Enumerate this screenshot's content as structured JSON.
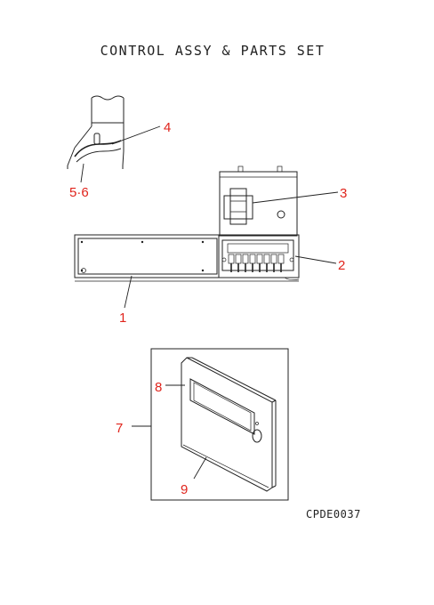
{
  "title": "CONTROL ASSY & PARTS SET",
  "reference_code": "CPDE0037",
  "callout_color": "#e0241c",
  "callouts": {
    "c1": "1",
    "c2": "2",
    "c3": "3",
    "c4": "4",
    "c56": "5·6",
    "c7": "7",
    "c8": "8",
    "c9": "9"
  }
}
